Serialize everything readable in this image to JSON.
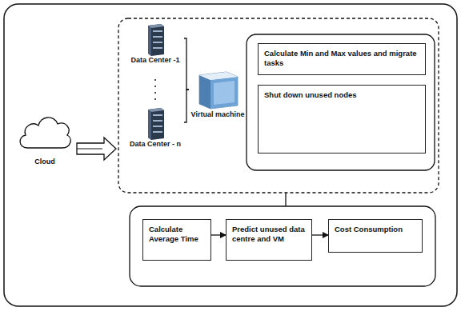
{
  "diagram": {
    "nodes": [
      {
        "text": [
          "Cloud"
        ]
      },
      {
        "text": [
          "Data Center -1"
        ]
      },
      {
        "text": [
          "Data Center - n"
        ]
      },
      {
        "text": [
          "Virtual machine"
        ]
      },
      {
        "text": [
          "Calculate Min and Max values and migrate tasks"
        ]
      },
      {
        "text": [
          "Shut down unused nodes"
        ]
      },
      {
        "text": [
          "Calculate Average Time"
        ]
      },
      {
        "text": [
          "Predict unused data centre and VM"
        ]
      },
      {
        "text": [
          "Cost Consumption"
        ]
      }
    ],
    "edges": [
      {
        "from": 1,
        "to": 3,
        "arrow": "none"
      },
      {
        "from": 2,
        "to": 3,
        "arrow": "none"
      },
      {
        "from": 6,
        "to": 7,
        "arrow": "to"
      },
      {
        "from": 7,
        "to": 8,
        "arrow": "to"
      }
    ]
  }
}
